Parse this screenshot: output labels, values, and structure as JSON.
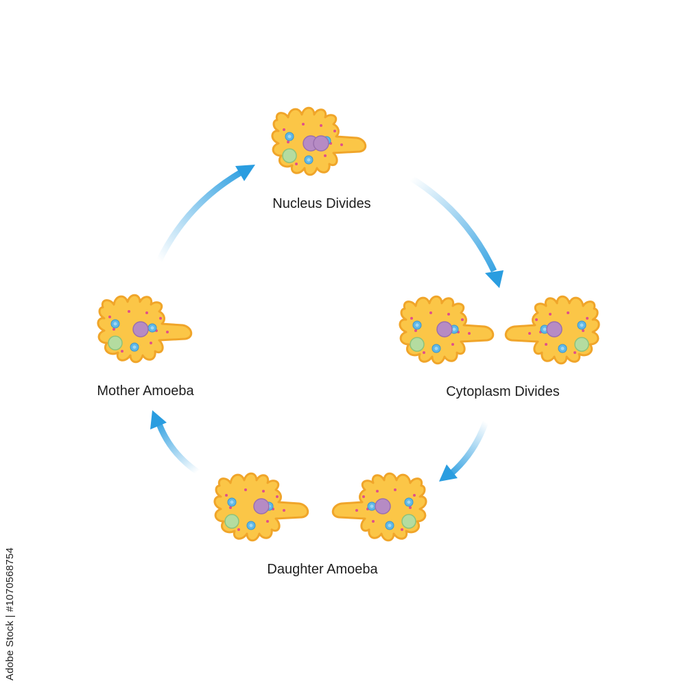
{
  "diagram": {
    "stages": [
      {
        "label": "Nucleus Divides"
      },
      {
        "label": "Cytoplasm Divides"
      },
      {
        "label": "Daughter Amoeba"
      },
      {
        "label": "Mother Amoeba"
      }
    ]
  },
  "watermark": {
    "stock_id": "Adobe Stock | #1070568754"
  },
  "colors": {
    "arrow": "#2a9de0",
    "cell_fill": "#fbc647",
    "cell_edge": "#f0a52a",
    "nucleus": "#b68bc4",
    "vacuole_green": "#b4dca0",
    "vacuole_blue": "#5fb8e8",
    "granule": "#e0508a"
  }
}
